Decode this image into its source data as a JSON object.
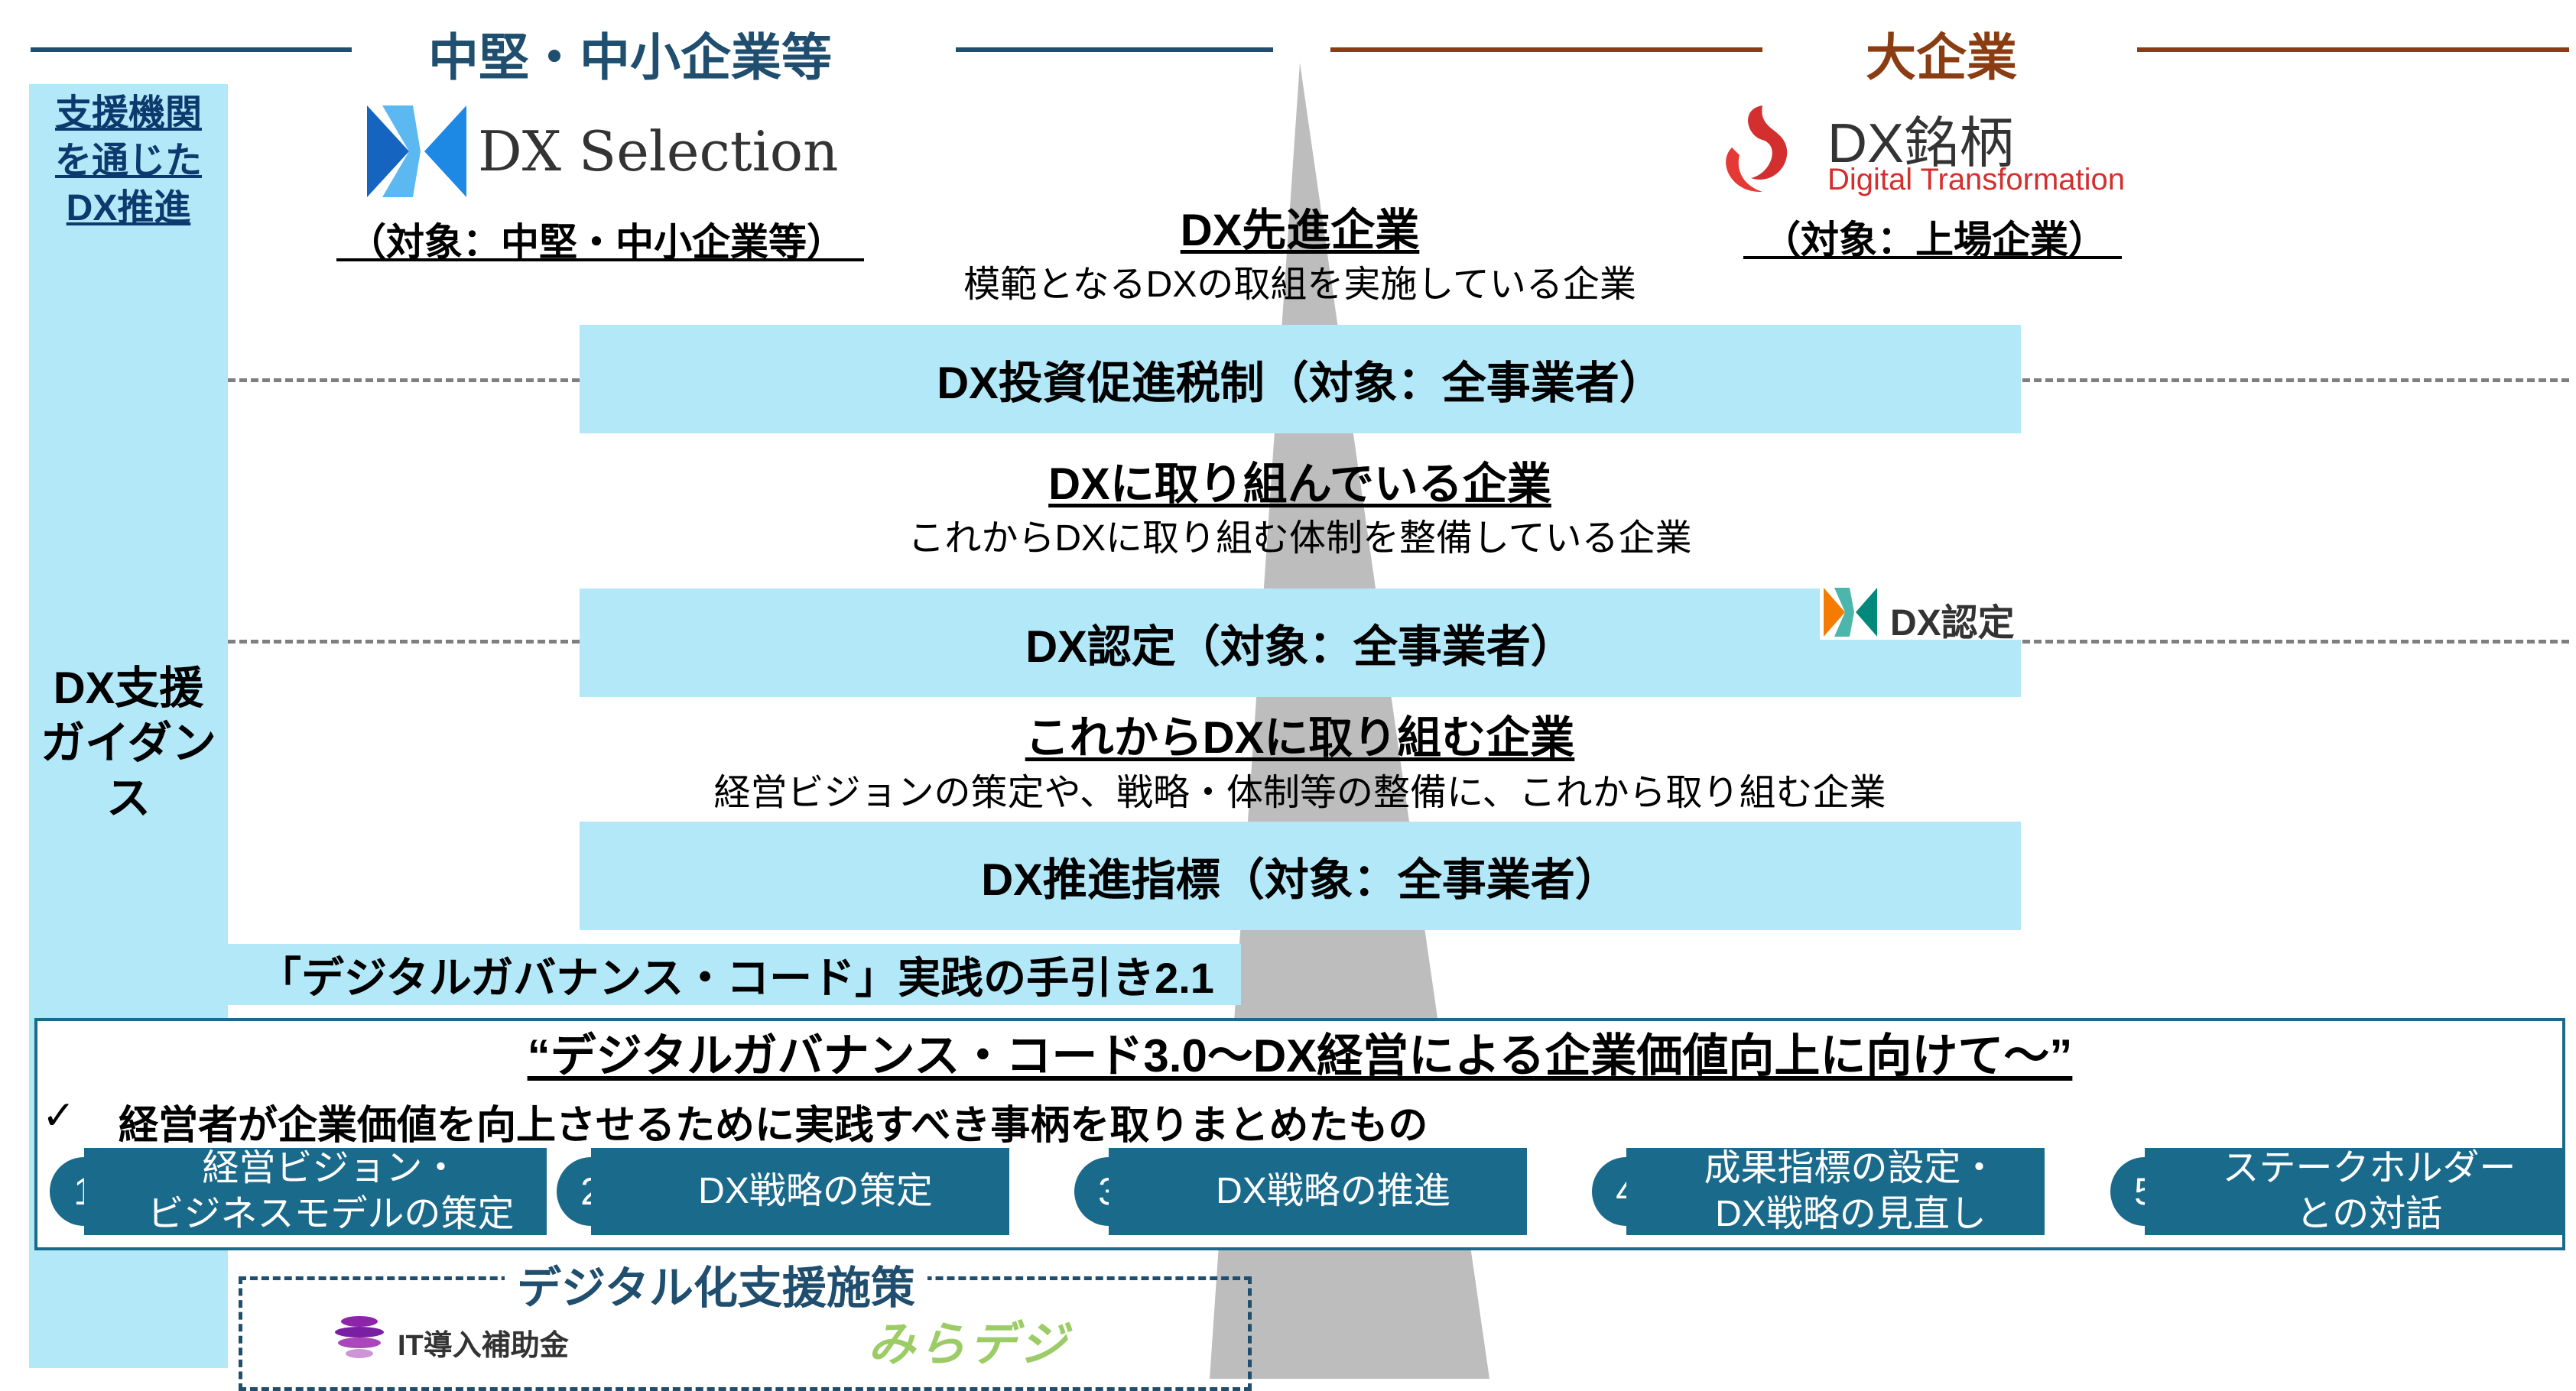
{
  "header": {
    "left_title": "中堅・中小企業等",
    "right_title": "大企業"
  },
  "colors": {
    "left_rule": "#1f4e6e",
    "right_rule": "#8a3d12",
    "band_fill": "#b3e8f8",
    "step_fill": "#1a6a8c",
    "pyramid": "#bdbdbd"
  },
  "sidebar": {
    "top_label": [
      "支援機関",
      "を通じた",
      "DX推進"
    ],
    "bottom_label": [
      "DX支援",
      "ガイダンス"
    ]
  },
  "logos": {
    "dx_selection": "DX Selection",
    "dx_selection_target": "（対象：中堅・中小企業等）",
    "dx_meigara": "DX銘柄",
    "dx_meigara_sub": "Digital Transformation",
    "dx_meigara_target": "（対象：上場企業）",
    "dx_nintei": "DX認定",
    "it_subsidy": "IT導入補助金",
    "mirai_digi": "みらデジ"
  },
  "tiers": [
    {
      "title": "DX先進企業",
      "desc": "模範となるDXの取組を実施している企業"
    },
    {
      "title": "DXに取り組んでいる企業",
      "desc": "これからDXに取り組む体制を整備している企業"
    },
    {
      "title": "これからDXに取り組む企業",
      "desc": "経営ビジョンの策定や、戦略・体制等の整備に、これから取り組む企業"
    }
  ],
  "bands": {
    "tax": "DX投資促進税制（対象：全事業者）",
    "certification": "DX認定（対象：全事業者）",
    "indicator": "DX推進指標（対象：全事業者）",
    "handbook": "「デジタルガバナンス・コード」実践の手引き2.1"
  },
  "code": {
    "title": "“デジタルガバナンス・コード3.0～DX経営による企業価値向上に向けて～”",
    "check": "✓",
    "description": "経営者が企業価値を向上させるために実践すべき事柄を取りまとめたもの",
    "steps": [
      {
        "num": "1",
        "line1": "経営ビジョン・",
        "line2": "ビジネスモデルの策定"
      },
      {
        "num": "2",
        "line1": "DX戦略の策定",
        "line2": ""
      },
      {
        "num": "3",
        "line1": "DX戦略の推進",
        "line2": ""
      },
      {
        "num": "4",
        "line1": "成果指標の設定・",
        "line2": "DX戦略の見直し"
      },
      {
        "num": "5",
        "line1": "ステークホルダー",
        "line2": "との対話"
      }
    ]
  },
  "digital_support": {
    "title": "デジタル化支援施策"
  }
}
